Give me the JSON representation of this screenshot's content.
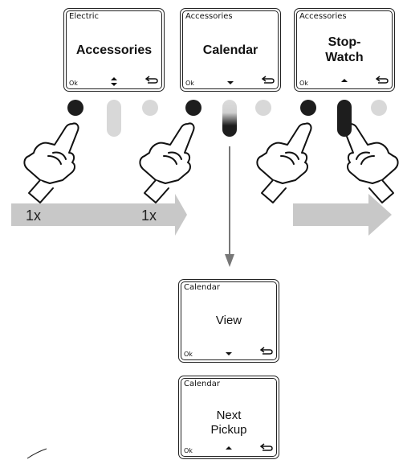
{
  "screens": {
    "s1": {
      "header": "Electric",
      "main": "Accessories",
      "ok": "Ok",
      "nav_icon": "up-down-arrows-icon",
      "back_icon": "back-arrow-icon"
    },
    "s2": {
      "header": "Accessories",
      "main": "Calendar",
      "ok": "Ok",
      "nav_icon": "down-arrow-icon",
      "back_icon": "back-arrow-icon"
    },
    "s3": {
      "header": "Accessories",
      "main_line1": "Stop-",
      "main_line2": "Watch",
      "ok": "Ok",
      "nav_icon": "up-arrow-icon",
      "back_icon": "back-arrow-icon"
    },
    "s4": {
      "header": "Calendar",
      "main": "View",
      "ok": "Ok",
      "nav_icon": "down-arrow-icon",
      "back_icon": "back-arrow-icon"
    },
    "s5": {
      "header": "Calendar",
      "main_line1": "Next",
      "main_line2": "Pickup",
      "ok": "Ok",
      "nav_icon": "up-arrow-icon",
      "back_icon": "back-arrow-icon"
    }
  },
  "flow": {
    "press_count_1": "1x",
    "press_count_2": "1x"
  },
  "icons": [
    "hand-pointer-icon",
    "flow-arrow-icon",
    "down-arrow-icon"
  ],
  "colors": {
    "flow_arrow": "#c8c8c8",
    "button_dark": "#1d1d1d",
    "button_light": "#d8d8d8"
  }
}
